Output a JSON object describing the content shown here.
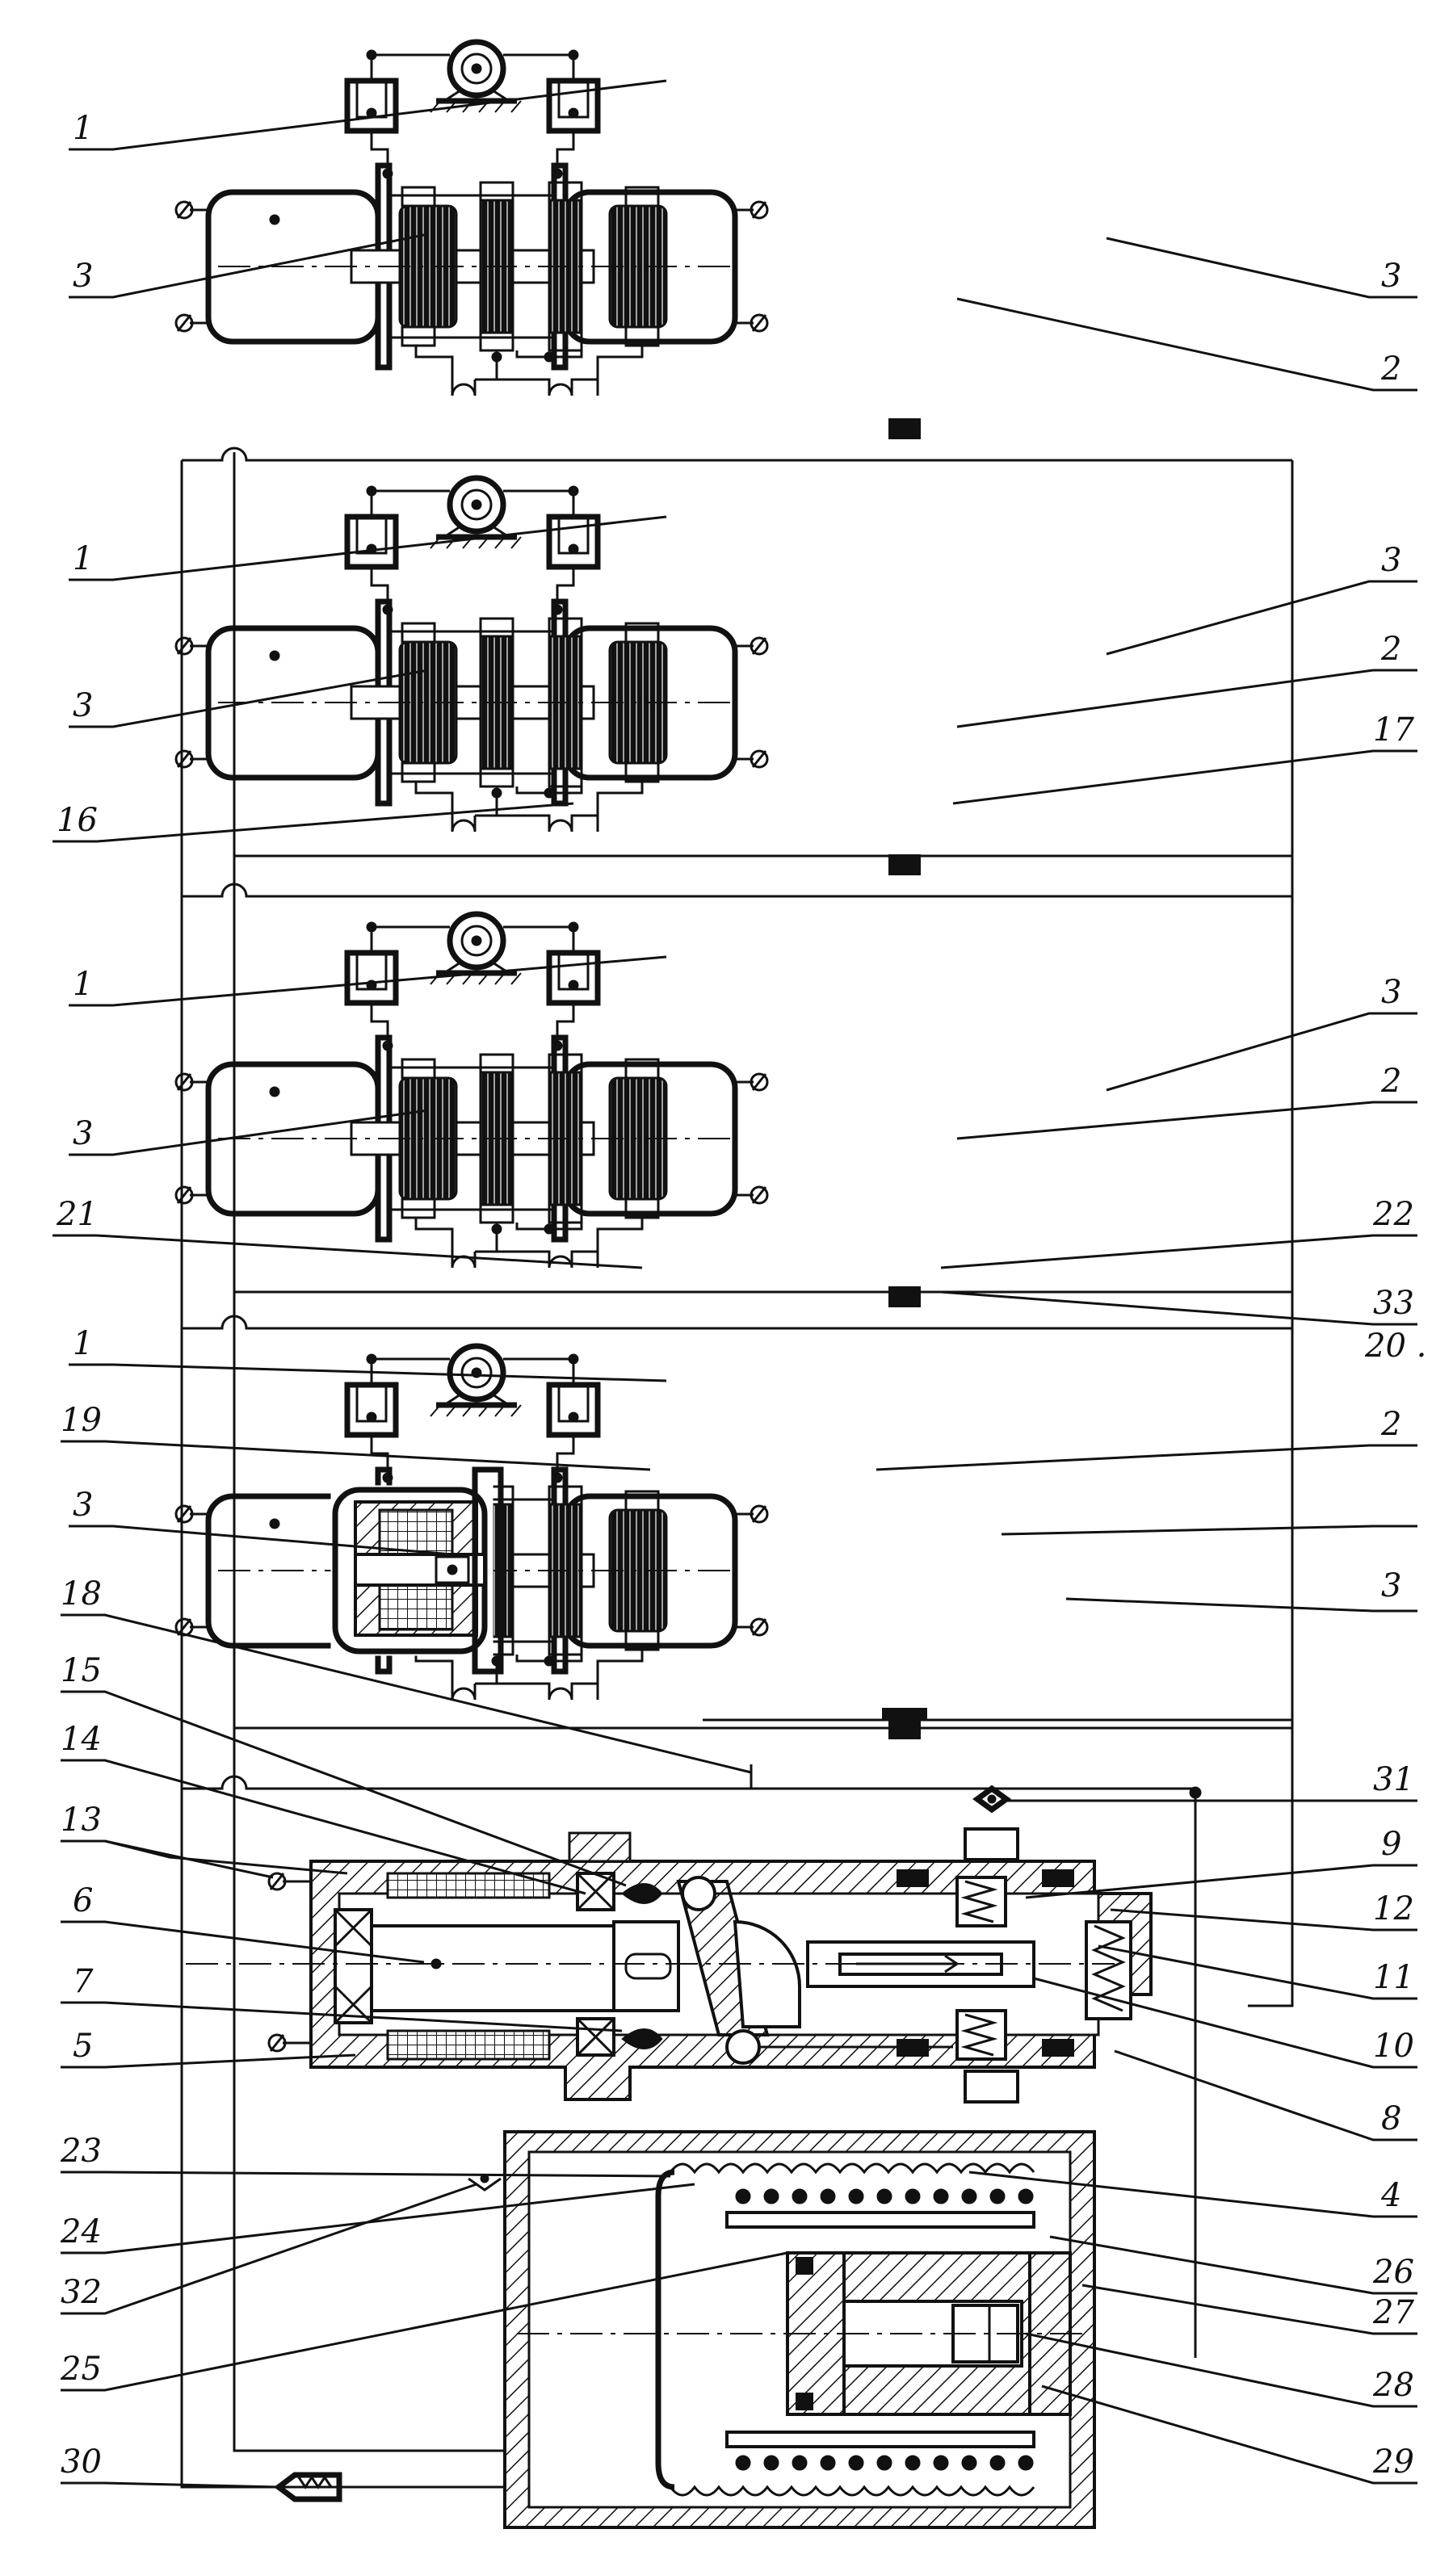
{
  "labels": {
    "l1a": "1",
    "l3a": "3",
    "l3b": "3",
    "l2a": "2",
    "l1b": "1",
    "l3c": "3",
    "l3d": "3",
    "l2b": "2",
    "l17": "17",
    "l16": "16",
    "l1c": "1",
    "l3e": "3",
    "l3f": "3",
    "l2c": "2",
    "l21": "21",
    "l22": "22",
    "l33": "33",
    "l1d": "1",
    "l20": "20 .",
    "l19": "19",
    "l2d": "2",
    "l3g": "3",
    "l3h": "3",
    "l18": "18",
    "l15": "15",
    "l31": "31",
    "l14": "14",
    "l9": "9",
    "l13": "13",
    "l12": "12",
    "l6": "6",
    "l11": "11",
    "l7": "7",
    "l10": "10",
    "l5": "5",
    "l8": "8",
    "l23": "23",
    "l4": "4",
    "l24": "24",
    "l26": "26",
    "l32": "32",
    "l27": "27",
    "l25": "25",
    "l28": "28",
    "l30": "30",
    "l29": "29"
  }
}
